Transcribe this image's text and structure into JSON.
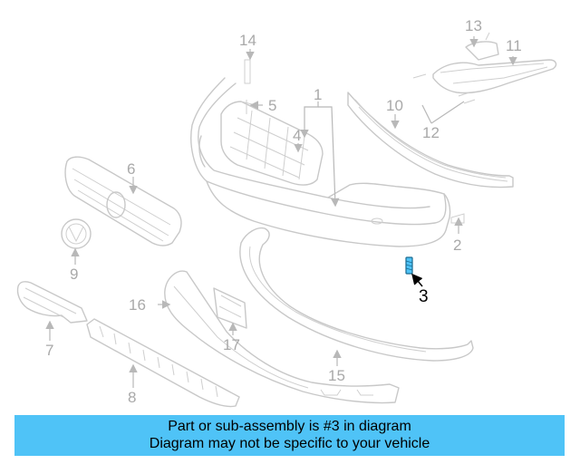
{
  "diagram": {
    "highlight_color": "#4fc3f7",
    "callouts": [
      "1",
      "2",
      "3",
      "4",
      "5",
      "6",
      "7",
      "8",
      "9",
      "10",
      "11",
      "12",
      "13",
      "14",
      "15",
      "16",
      "17"
    ],
    "highlighted_part": "3"
  },
  "banner": {
    "line1": "Part or sub-assembly is #3 in diagram",
    "line2": "Diagram may not be specific to your vehicle",
    "background": "#4fc3f7"
  }
}
